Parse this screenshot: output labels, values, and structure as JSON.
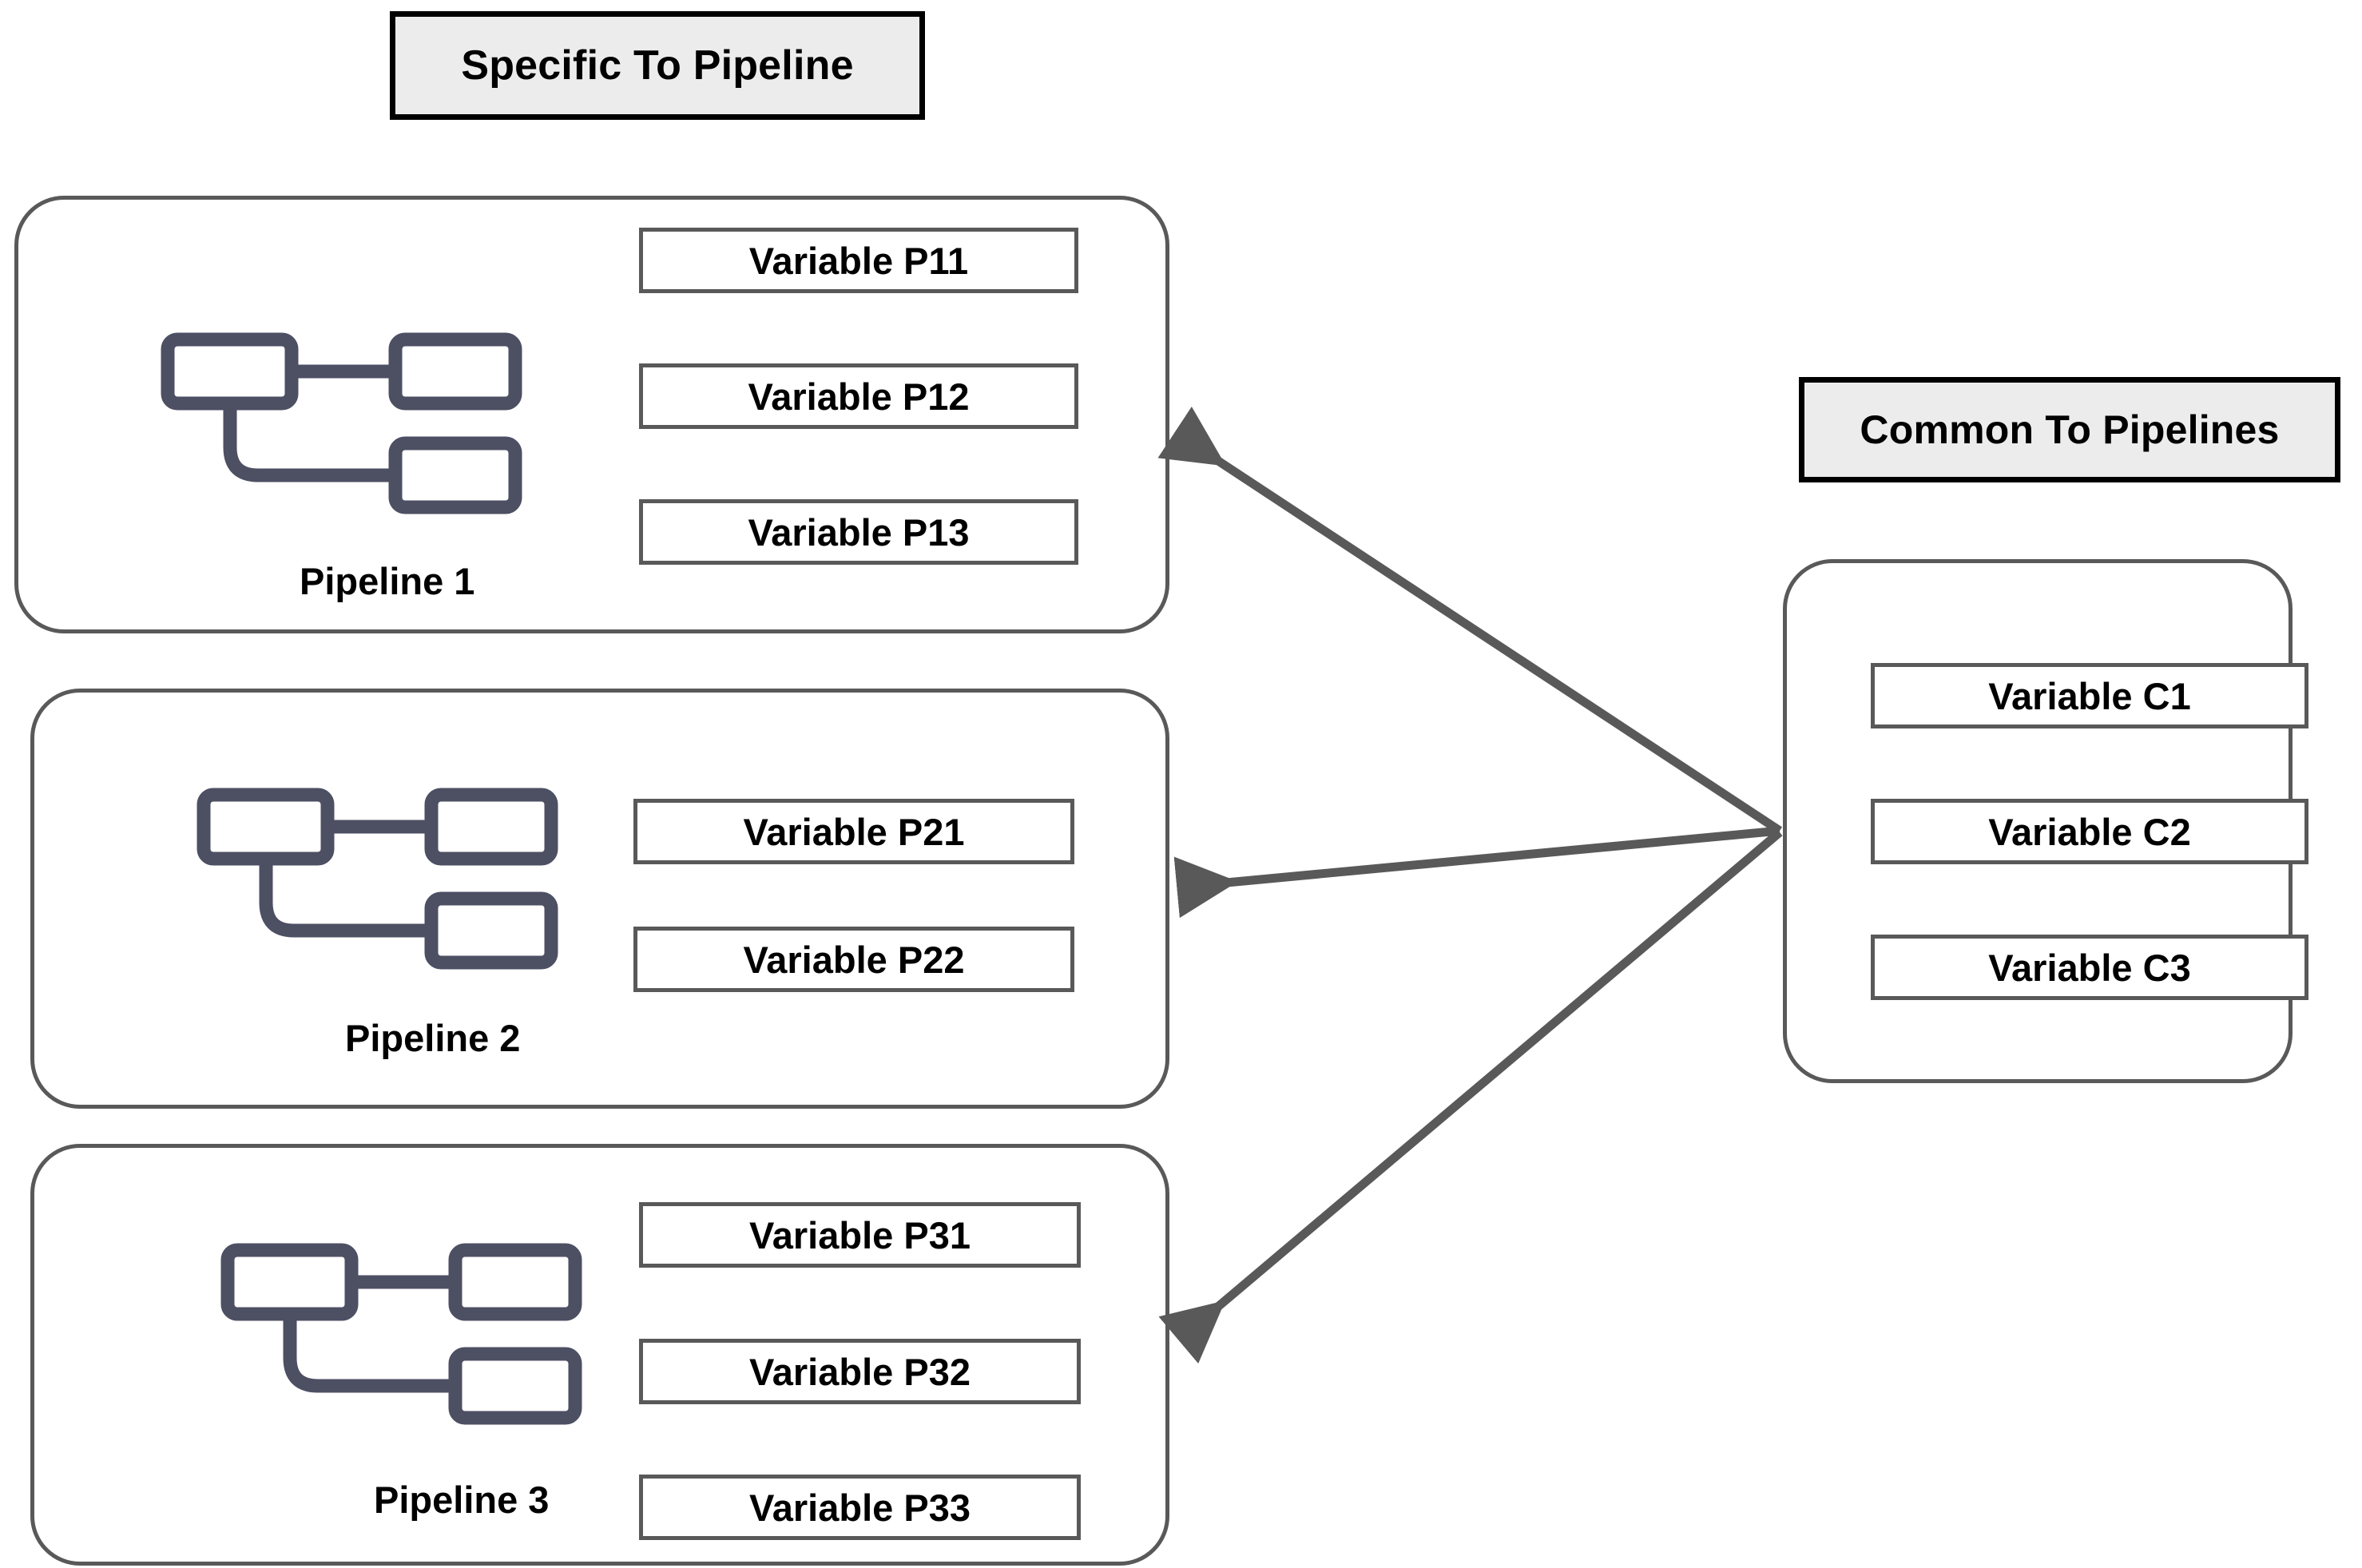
{
  "banners": {
    "specific": "Specific To Pipeline",
    "common": "Common To Pipelines"
  },
  "pipelines": [
    {
      "label": "Pipeline 1",
      "icon": "pipeline-flow-icon",
      "variables": [
        "Variable P11",
        "Variable P12",
        "Variable P13"
      ]
    },
    {
      "label": "Pipeline 2",
      "icon": "pipeline-flow-icon",
      "variables": [
        "Variable P21",
        "Variable P22"
      ]
    },
    {
      "label": "Pipeline 3",
      "icon": "pipeline-flow-icon",
      "variables": [
        "Variable P31",
        "Variable P32",
        "Variable P33"
      ]
    }
  ],
  "common": {
    "variables": [
      "Variable C1",
      "Variable C2",
      "Variable C3"
    ]
  },
  "arrows": {
    "count": 3,
    "direction": "common-to-pipelines",
    "description": "Three arrows fan out from the left edge of the Common To Pipelines panel, pointing left into each pipeline group",
    "color": "#595959"
  },
  "colors": {
    "banner_fill": "#ececec",
    "banner_border": "#000000",
    "box_border": "#595959",
    "icon_stroke": "#4d4f63",
    "text": "#000000",
    "background": "#ffffff"
  }
}
